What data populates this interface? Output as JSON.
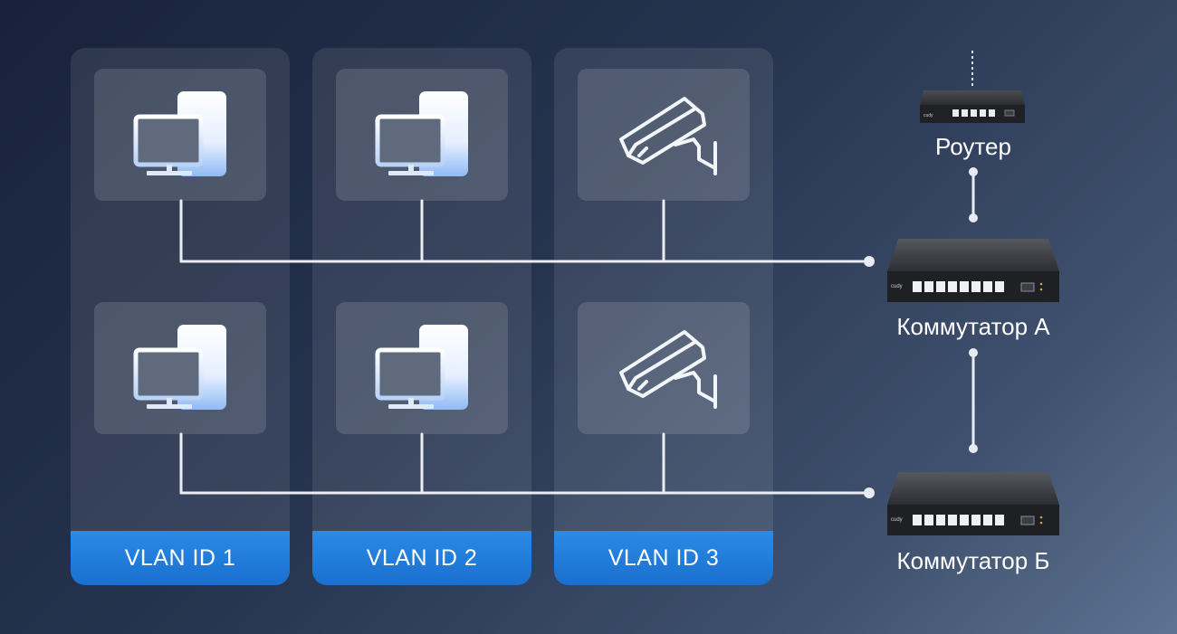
{
  "vlans": [
    {
      "label": "VLAN ID 1",
      "top_device": "computer",
      "bottom_device": "computer"
    },
    {
      "label": "VLAN ID 2",
      "top_device": "computer",
      "bottom_device": "computer"
    },
    {
      "label": "VLAN ID 3",
      "top_device": "camera",
      "bottom_device": "camera"
    }
  ],
  "devices": {
    "router": {
      "label": "Роутер",
      "brand": "cudy"
    },
    "switch_a": {
      "label": "Коммутатор А",
      "brand": "cudy"
    },
    "switch_b": {
      "label": "Коммутатор Б",
      "brand": "cudy"
    }
  },
  "icons": [
    "computer-icon",
    "camera-icon",
    "router-icon",
    "switch-icon"
  ],
  "colors": {
    "vlan_accent": "#1e78dc",
    "link": "#e8ecf2"
  }
}
